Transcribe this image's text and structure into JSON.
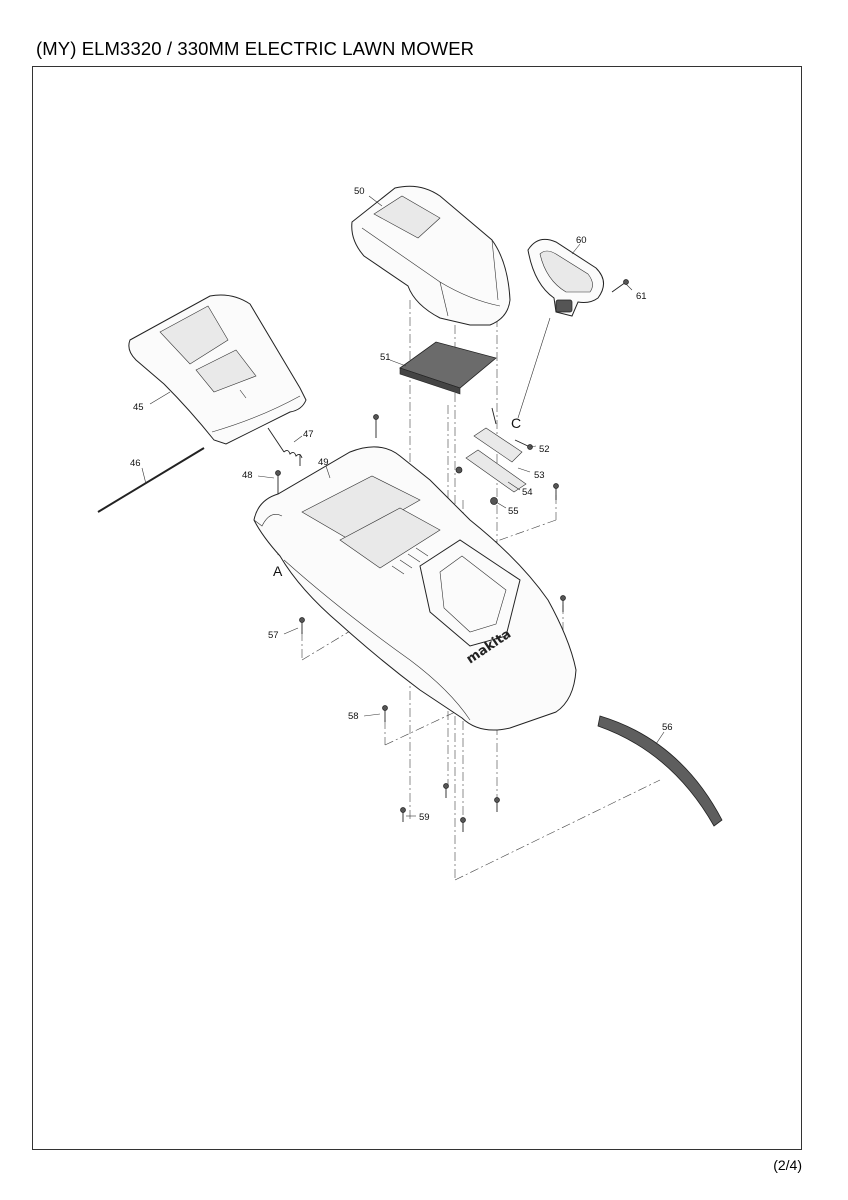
{
  "header": {
    "title": "(MY) ELM3320 / 330MM ELECTRIC LAWN MOWER"
  },
  "footer": {
    "page": "(2/4)"
  },
  "diagram": {
    "brand_mark": "makita",
    "reference_letters": [
      "C",
      "A"
    ],
    "part_callouts": [
      "50",
      "60",
      "61",
      "51",
      "45",
      "47",
      "46",
      "52",
      "53",
      "48",
      "49",
      "54",
      "55",
      "57",
      "58",
      "56",
      "59"
    ]
  }
}
